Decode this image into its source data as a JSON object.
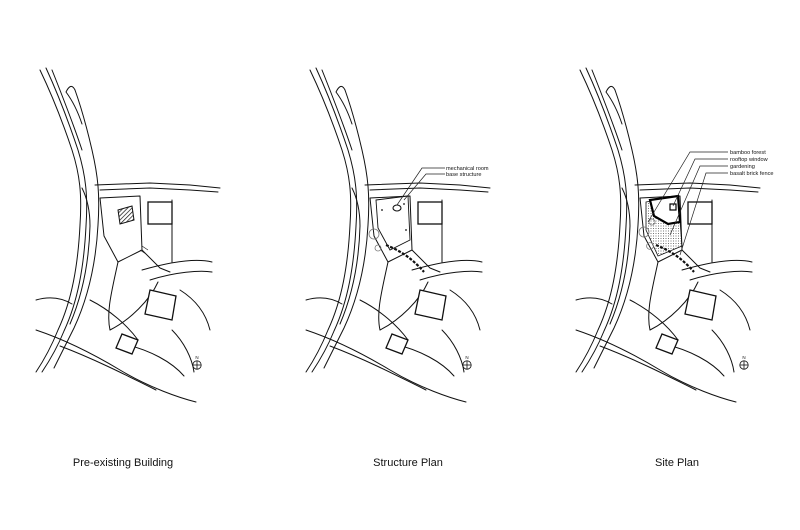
{
  "panels": [
    {
      "caption": "Pre-existing Building",
      "north": "N"
    },
    {
      "caption": "Structure Plan",
      "north": "N",
      "labels": [
        "mechanical room",
        "base structure"
      ]
    },
    {
      "caption": "Site Plan",
      "north": "N",
      "labels": [
        "bamboo forest",
        "rooftop window",
        "gardening",
        "basalt brick fence"
      ]
    }
  ],
  "colors": {
    "line": "#111111",
    "background": "#ffffff"
  }
}
